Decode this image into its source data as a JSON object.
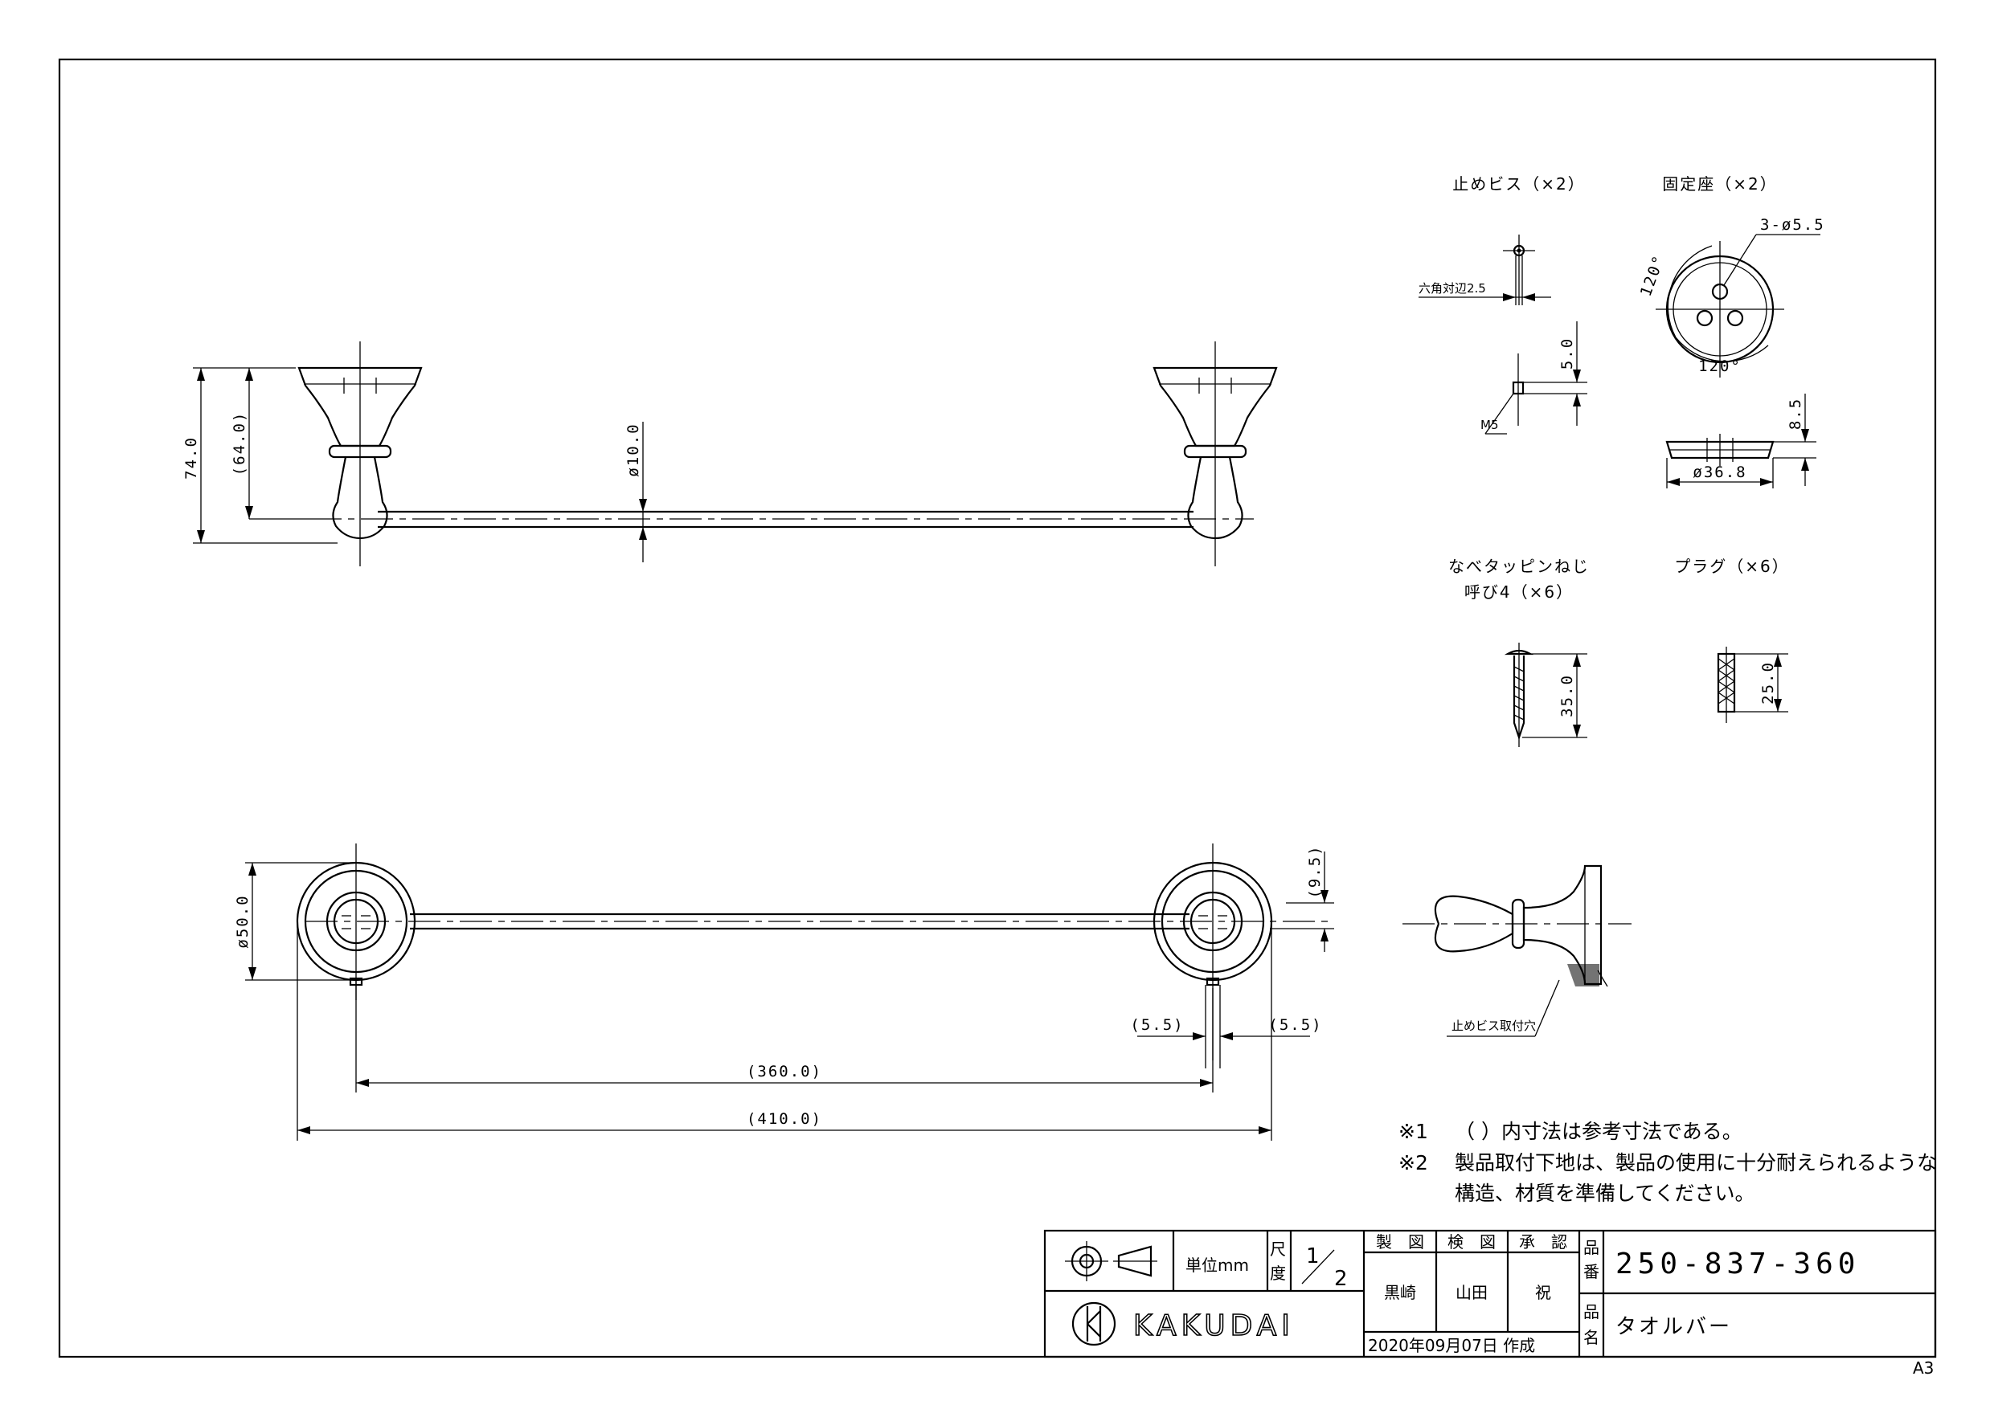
{
  "parts": {
    "stop_screw": "止めビス（×2）",
    "fixing_seat": "固定座（×2）",
    "tapping_screw_line1": "なべタッピンねじ",
    "tapping_screw_line2": "呼び4（×6）",
    "plug": "プラグ（×6）"
  },
  "dimensions": {
    "d_74": "74.0",
    "d_64": "(64.0)",
    "d_phi10": "ø10.0",
    "d_hex": "六角対辺2.5",
    "d_5": "5.0",
    "d_m5": "M5",
    "d_3phi55": "3-ø5.5",
    "d_120a": "120°",
    "d_120b": "120°",
    "d_85": "8.5",
    "d_phi368": "ø36.8",
    "d_35": "35.0",
    "d_25": "25.0",
    "d_phi50": "ø50.0",
    "d_95": "(9.5)",
    "d_55a": "(5.5)",
    "d_55b": "(5.5)",
    "d_360": "(360.0)",
    "d_410": "(410.0)",
    "d_hole": "止めビス取付穴"
  },
  "notes": {
    "n1_mark": "※1",
    "n1_text": "（ ）内寸法は参考寸法である。",
    "n2_mark": "※2",
    "n2_line1": "製品取付下地は、製品の使用に十分耐えられるような",
    "n2_line2": "構造、材質を準備してください。"
  },
  "title_block": {
    "unit": "単位mm",
    "scale_label_1": "尺",
    "scale_label_2": "度",
    "scale_num": "1",
    "scale_den": "2",
    "drawn_label": "製　図",
    "checked_label": "検　図",
    "approved_label": "承　認",
    "drawn_name": "黒崎",
    "checked_name": "山田",
    "approved_name": "祝",
    "date": "2020年09月07日 作成",
    "part_no_label_1": "品",
    "part_no_label_2": "番",
    "part_no": "250-837-360",
    "part_name_label_1": "品",
    "part_name_label_2": "名",
    "part_name": "タオルバー",
    "company": "KAKUDAI",
    "sheet_size": "A3"
  }
}
